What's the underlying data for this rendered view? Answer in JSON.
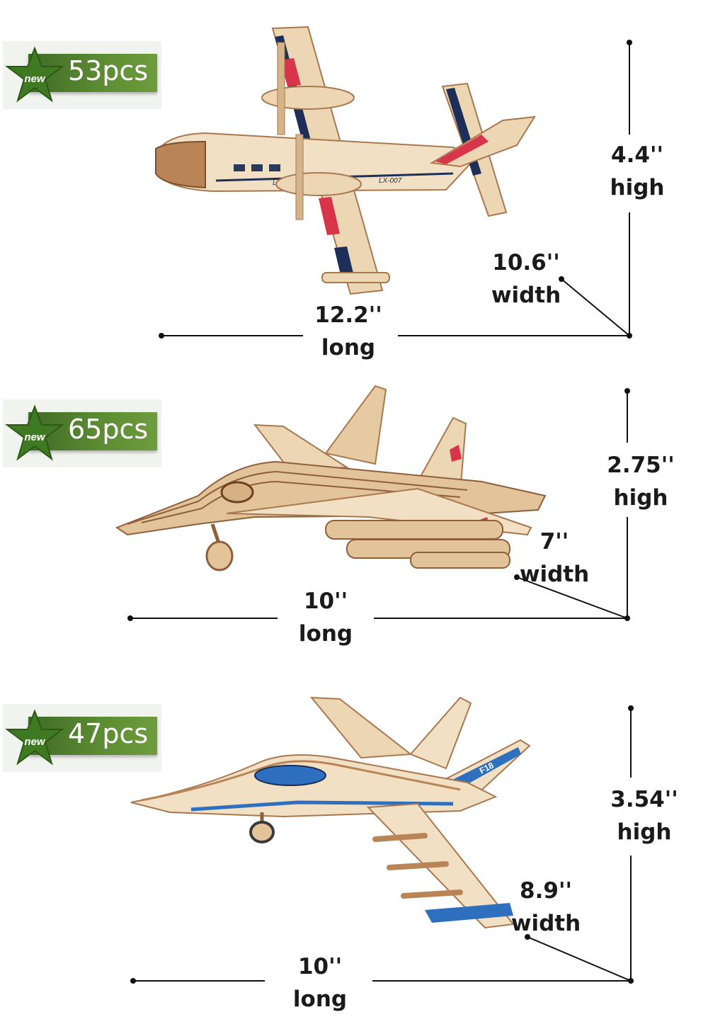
{
  "badge_icon": "new-star-icon",
  "badge_text": "new",
  "colors": {
    "badge_green": "#5e8e33",
    "wood": "#e9d2b0",
    "wood_dark": "#a9784f",
    "stripe_red": "#d8344a",
    "stripe_navy": "#1d2f58",
    "stripe_blue": "#2f6fc0"
  },
  "models": [
    {
      "pieces": "53pcs",
      "high_value": "4.4''",
      "high_label": "high",
      "width_value": "10.6''",
      "width_label": "width",
      "long_value": "12.2''",
      "long_label": "long",
      "tail_text": "LX-007",
      "nose_text": "LX"
    },
    {
      "pieces": "65pcs",
      "high_value": "2.75''",
      "high_label": "high",
      "width_value": "7''",
      "width_label": "width",
      "long_value": "10''",
      "long_label": "long"
    },
    {
      "pieces": "47pcs",
      "high_value": "3.54''",
      "high_label": "high",
      "width_value": "8.9''",
      "width_label": "width",
      "long_value": "10''",
      "long_label": "long",
      "tail_text": "F18"
    }
  ]
}
